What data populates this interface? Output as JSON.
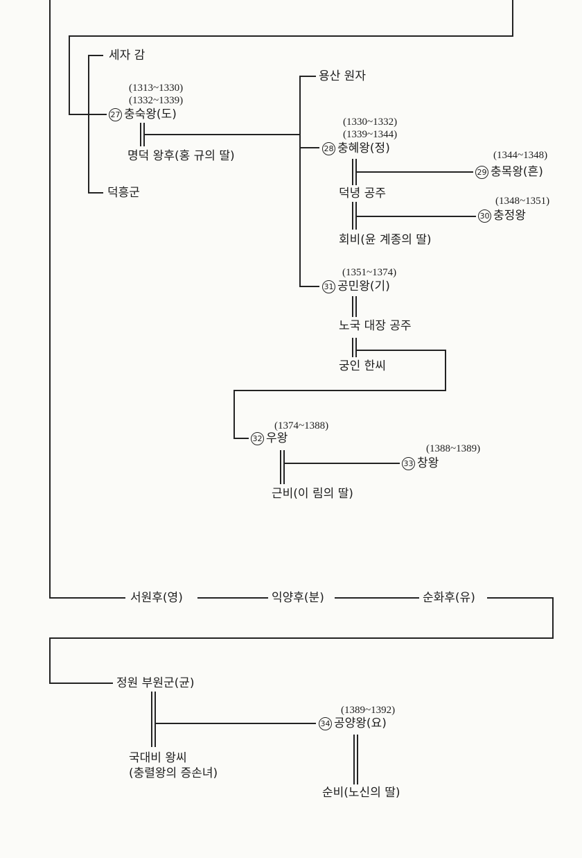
{
  "persons": {
    "seja_gam": "세자 감",
    "chungsuk": {
      "num": "27",
      "name": "충숙왕(도)",
      "reign1": "(1313~1330)",
      "reign2": "(1332~1339)"
    },
    "myeongdeok": "명덕 왕후(홍 규의 딸)",
    "deokheung": "덕흥군",
    "yongsan": "용산 원자",
    "chunghye": {
      "num": "28",
      "name": "충혜왕(정)",
      "reign1": "(1330~1332)",
      "reign2": "(1339~1344)"
    },
    "chungmok": {
      "num": "29",
      "name": "충목왕(흔)",
      "reign": "(1344~1348)"
    },
    "deoknyeong": "덕녕 공주",
    "chungjeong": {
      "num": "30",
      "name": "충정왕",
      "reign": "(1348~1351)"
    },
    "hoebi": "회비(윤 계종의 딸)",
    "gongmin": {
      "num": "31",
      "name": "공민왕(기)",
      "reign": "(1351~1374)"
    },
    "noguk": "노국 대장 공주",
    "gungin": "궁인 한씨",
    "u": {
      "num": "32",
      "name": "우왕",
      "reign": "(1374~1388)"
    },
    "chang": {
      "num": "33",
      "name": "창왕",
      "reign": "(1388~1389)"
    },
    "geunbi": "근비(이 림의 딸)",
    "seowon": "서원후(영)",
    "igyang": "익양후(분)",
    "sunhwa": "순화후(유)",
    "jeongwon": "정원 부원군(균)",
    "gongyang": {
      "num": "34",
      "name": "공양왕(요)",
      "reign": "(1389~1392)"
    },
    "gukdaebi": "국대비 왕씨",
    "gukdaebi_note": "(충렬왕의 증손녀)",
    "sunbi": "순비(노신의 딸)"
  }
}
